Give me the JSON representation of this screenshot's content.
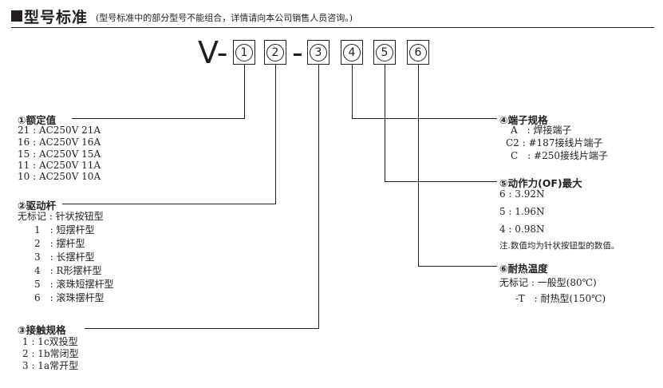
{
  "header": {
    "title": "型号标准",
    "note": "(型号标准中的部分型号不能组合，详情请向本公司销售人员咨询。)"
  },
  "code": {
    "prefix": "V-",
    "dash": "-",
    "boxes": [
      "1",
      "2",
      "3",
      "4",
      "5",
      "6"
    ]
  },
  "sections": {
    "s1": {
      "title": "①额定值",
      "items": [
        "21 : AC250V 21A",
        "16 : AC250V 16A",
        "15 : AC250V 15A",
        "11 : AC250V 11A",
        "10 : AC250V 10A"
      ]
    },
    "s2": {
      "title": "②驱动杆",
      "items": [
        "无标记 : 针状按钮型",
        "1　: 短摆杆型",
        "2　: 摆杆型",
        "3　: 长摆杆型",
        "4　: R形摆杆型",
        "5　: 滚珠短摆杆型",
        "6　: 滚珠摆杆型"
      ]
    },
    "s3": {
      "title": "③接触规格",
      "items": [
        "1 : 1c双投型",
        "2 : 1b常闭型",
        "3 : 1a常开型"
      ]
    },
    "s4": {
      "title": "④端子规格",
      "items": [
        "A　: 焊接端子",
        "C2 : #187接线片端子",
        "C　: #250接线片端子"
      ]
    },
    "s5": {
      "title": "⑤动作力(OF)最大",
      "items": [
        "6 : 3.92N",
        "5 : 1.96N",
        "4 : 0.98N"
      ],
      "note": "注.数值均为针状按钮型的数值。"
    },
    "s6": {
      "title": "⑥耐热温度",
      "items": [
        "无标记 : 一般型(80℃)",
        "-T　: 耐热型(150℃)"
      ]
    }
  }
}
